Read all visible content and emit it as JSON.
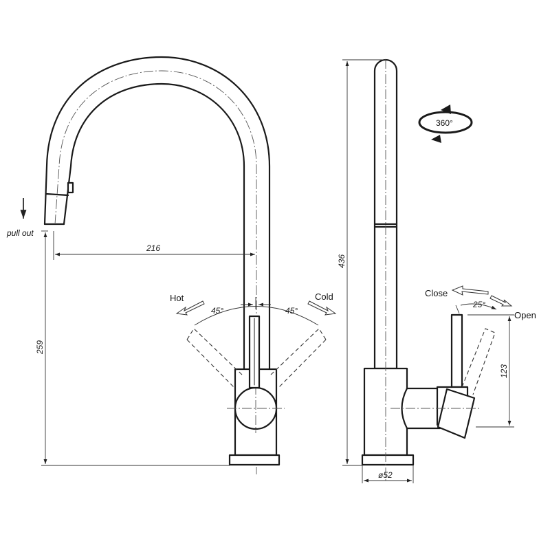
{
  "labels": {
    "pull_out": "pull out",
    "hot": "Hot",
    "cold": "Cold",
    "close": "Close",
    "open": "Open",
    "rotation": "360°"
  },
  "dimensions": {
    "spout_reach": "216",
    "spout_height": "259",
    "total_height": "436",
    "lever_height": "123",
    "base_diameter": "ø52",
    "hot_angle": "45°",
    "cold_angle": "45°",
    "open_angle": "25°"
  },
  "colors": {
    "line": "#1a1a1a",
    "background": "#ffffff"
  },
  "icons": {
    "pull_arrow": "arrow-down-icon",
    "rotation": "rotation-360-icon"
  }
}
